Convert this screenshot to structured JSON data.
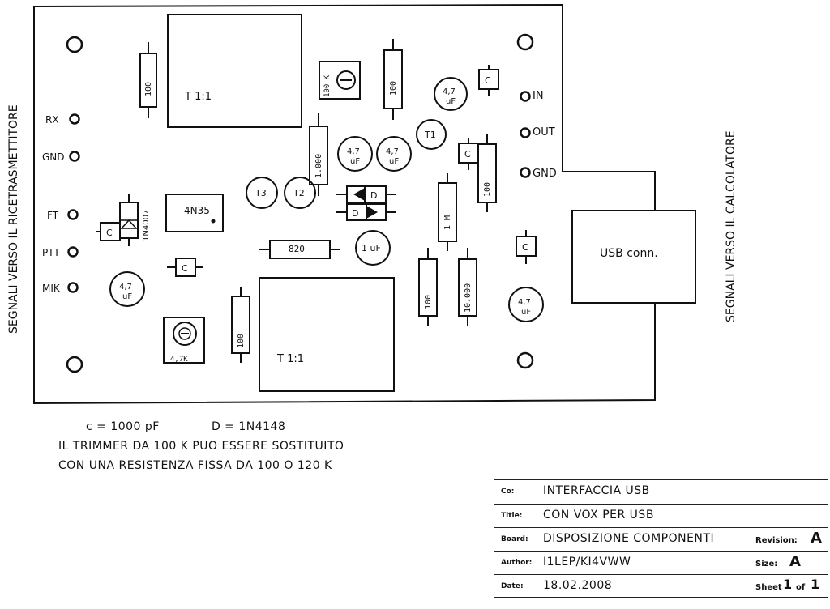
{
  "left_side_label": "SEGNALI VERSO IL RICETRASMETTITORE",
  "right_side_label": "SEGNALI VERSO IL CALCOLATORE",
  "left_pins": [
    "RX",
    "GND",
    "FT",
    "PTT",
    "MIK"
  ],
  "right_pins": [
    "IN",
    "OUT",
    "GND"
  ],
  "components": {
    "transformer_top": "T 1:1",
    "transformer_bottom": "T 1:1",
    "usb": "USB conn.",
    "optocoupler": "4N35",
    "diode_1n4007": "1N4007",
    "trimmer_100k": "100 K",
    "trimmer_4k7": "4,7K",
    "r_100_a": "100",
    "r_100_b": "100",
    "r_100_c": "100",
    "r_100_d": "100",
    "r_100_e": "100",
    "r_1000": "1.000",
    "r_10000": "10.000",
    "r_820": "820",
    "r_1m": "1 M",
    "cap_1uf": "1 uF",
    "cap_47_line1": "4,7",
    "cap_47_line2": "uF",
    "cap_c": "C",
    "diode_d": "D",
    "t1": "T1",
    "t2": "T2",
    "t3": "T3"
  },
  "notes": {
    "c_value": "c = 1000 pF",
    "d_value": "D = 1N4148",
    "line2": "IL TRIMMER DA 100 K PUO ESSERE SOSTITUITO",
    "line3": "CON UNA RESISTENZA FISSA DA 100 O 120 K"
  },
  "title_block": {
    "co_label": "Co:",
    "co_value": "INTERFACCIA  USB",
    "title_label": "Title:",
    "title_value": "CON VOX PER USB",
    "board_label": "Board:",
    "board_value": "DISPOSIZIONE COMPONENTI",
    "revision_label": "Revision:",
    "revision_value": "A",
    "author_label": "Author:",
    "author_value": "I1LEP/KI4VWW",
    "size_label": "Size:",
    "size_value": "A",
    "date_label": "Date:",
    "date_value": "18.02.2008",
    "sheet_label": "Sheet",
    "sheet_value": "1",
    "sheet_of_label": "of",
    "sheet_total": "1"
  }
}
